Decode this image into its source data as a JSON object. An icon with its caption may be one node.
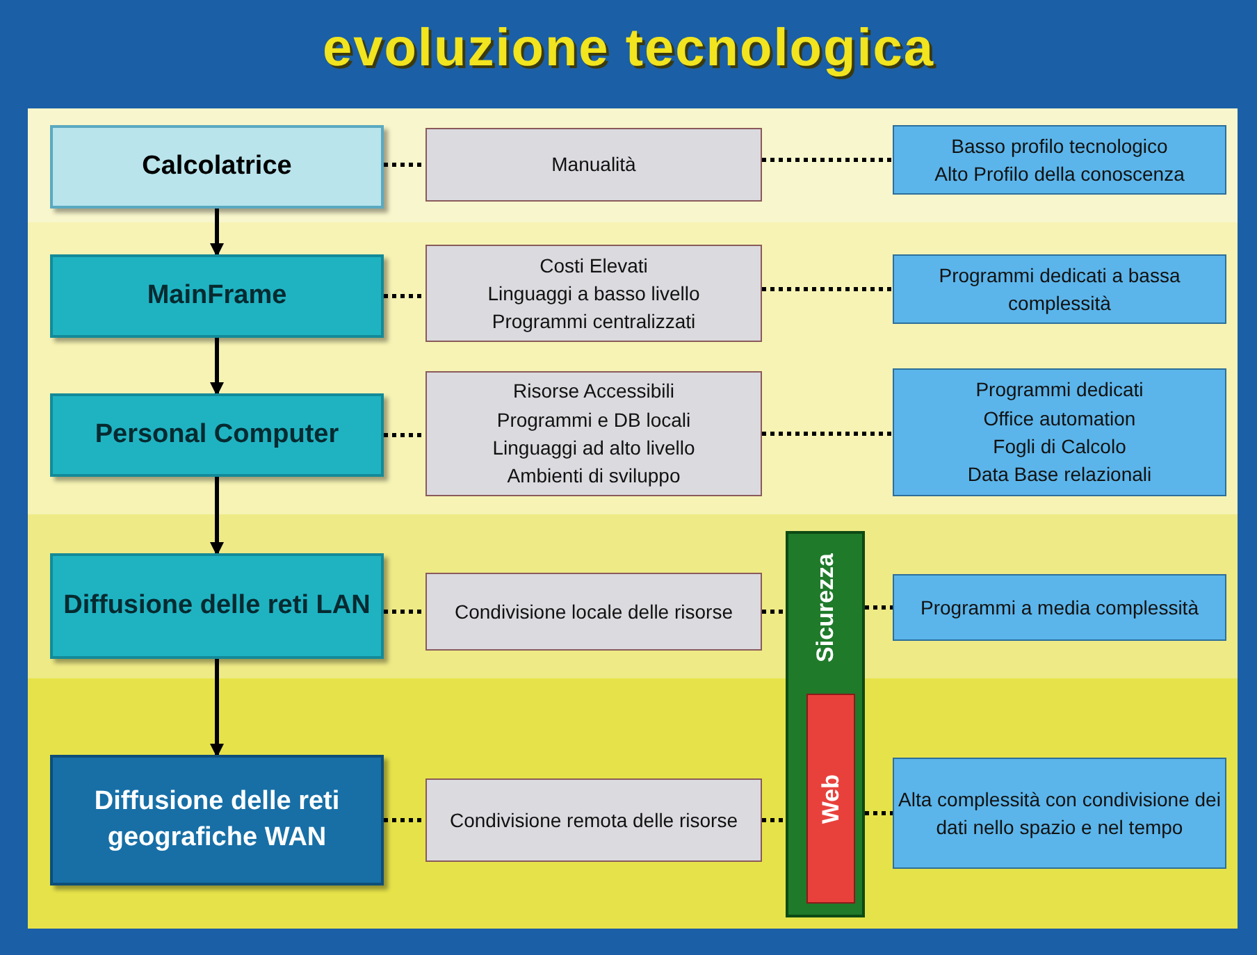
{
  "diagram": {
    "title": "evoluzione tecnologica",
    "nodes": [
      {
        "text": [
          "Calcolatrice"
        ]
      },
      {
        "text": [
          "MainFrame"
        ]
      },
      {
        "text": [
          "Personal Computer"
        ]
      },
      {
        "text": [
          "Diffusione delle reti LAN"
        ]
      },
      {
        "text": [
          "Diffusione delle reti geografiche WAN"
        ]
      },
      {
        "text": [
          "Manualità"
        ]
      },
      {
        "text": [
          "Costi Elevati",
          "Linguaggi a basso livello",
          "Programmi centralizzati"
        ]
      },
      {
        "text": [
          "Risorse Accessibili",
          "Programmi e DB locali",
          "Linguaggi ad alto livello",
          "Ambienti di sviluppo"
        ]
      },
      {
        "text": [
          "Condivisione locale delle risorse"
        ]
      },
      {
        "text": [
          "Condivisione remota delle risorse"
        ]
      },
      {
        "text": [
          "Sicurezza"
        ]
      },
      {
        "text": [
          "Web"
        ],
        "in": 10
      },
      {
        "text": [
          "Basso profilo tecnologico",
          "Alto Profilo della conoscenza"
        ]
      },
      {
        "text": [
          "Programmi dedicati a bassa complessità"
        ]
      },
      {
        "text": [
          "Programmi dedicati",
          "Office automation",
          "Fogli di Calcolo",
          "Data Base relazionali"
        ]
      },
      {
        "text": [
          "Programmi a media complessità"
        ]
      },
      {
        "text": [
          "Alta complessità con condivisione dei dati nello spazio e nel tempo"
        ]
      }
    ],
    "edges": [
      {
        "from": 0,
        "to": 1,
        "arrow": "to"
      },
      {
        "from": 1,
        "to": 2,
        "arrow": "to"
      },
      {
        "from": 2,
        "to": 3,
        "arrow": "to"
      },
      {
        "from": 3,
        "to": 4,
        "arrow": "to"
      },
      {
        "from": 0,
        "to": 5,
        "arrow": "none",
        "style": "dashed"
      },
      {
        "from": 5,
        "to": 12,
        "arrow": "none",
        "style": "dashed"
      },
      {
        "from": 1,
        "to": 6,
        "arrow": "none",
        "style": "dashed"
      },
      {
        "from": 6,
        "to": 13,
        "arrow": "none",
        "style": "dashed"
      },
      {
        "from": 2,
        "to": 7,
        "arrow": "none",
        "style": "dashed"
      },
      {
        "from": 7,
        "to": 14,
        "arrow": "none",
        "style": "dashed"
      },
      {
        "from": 3,
        "to": 8,
        "arrow": "none",
        "style": "dashed"
      },
      {
        "from": 8,
        "to": 10,
        "arrow": "none",
        "style": "dashed"
      },
      {
        "from": 10,
        "to": 15,
        "arrow": "none",
        "style": "dashed"
      },
      {
        "from": 4,
        "to": 9,
        "arrow": "none",
        "style": "dashed"
      },
      {
        "from": 9,
        "to": 10,
        "arrow": "none",
        "style": "dashed"
      },
      {
        "from": 10,
        "to": 16,
        "arrow": "none",
        "style": "dashed"
      }
    ]
  }
}
